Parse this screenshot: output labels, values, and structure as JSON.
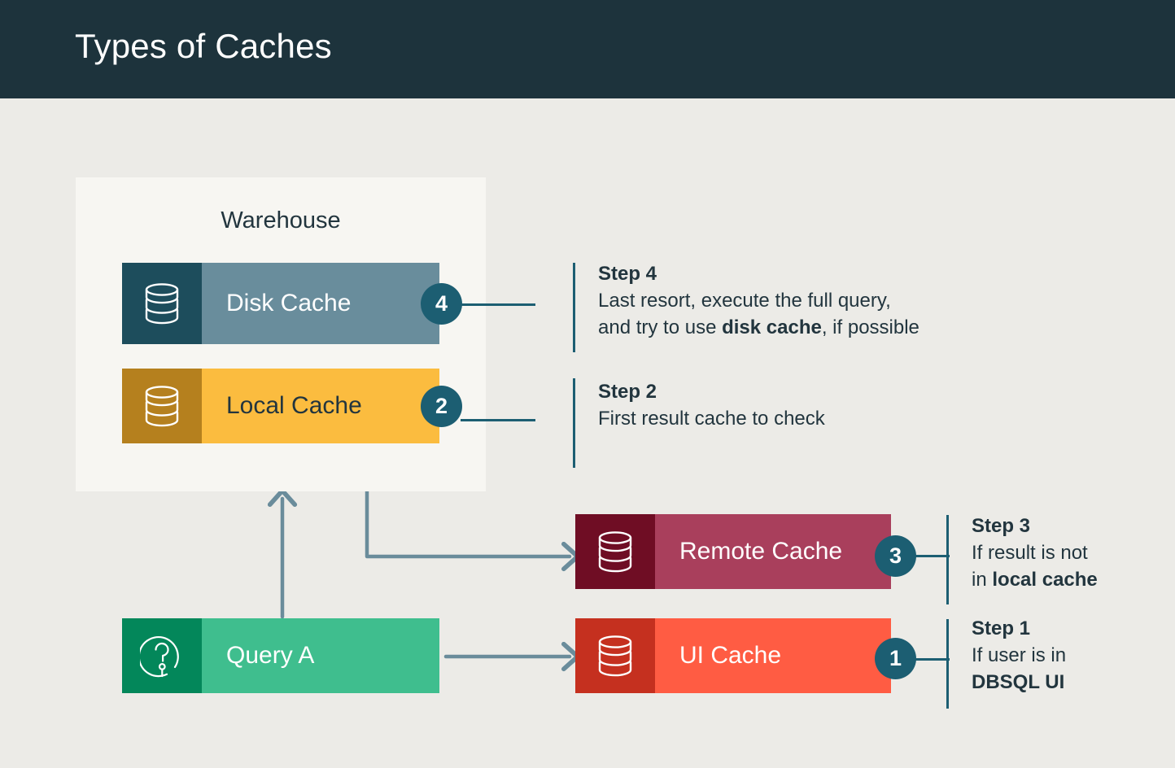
{
  "header": {
    "title": "Types of Caches",
    "bg": "#1D333C",
    "text_color": "#FFFFFF"
  },
  "page": {
    "background": "#ECEBE7",
    "accent": "#1C5E72",
    "arrow_color": "#6A8C9B"
  },
  "warehouse": {
    "label": "Warehouse",
    "background": "#F7F6F2"
  },
  "nodes": [
    {
      "id": "disk-cache",
      "label": "Disk Cache",
      "icon": "database-icon",
      "badge": "4",
      "body_color": "#698D9C",
      "icon_color": "#1D4D5C",
      "text_color": "#FFFFFF"
    },
    {
      "id": "local-cache",
      "label": "Local Cache",
      "icon": "database-icon",
      "badge": "2",
      "body_color": "#FBBC3F",
      "icon_color": "#B5801E",
      "text_color": "#22353E"
    },
    {
      "id": "remote-cache",
      "label": "Remote Cache",
      "icon": "database-icon",
      "badge": "3",
      "body_color": "#A93F5C",
      "icon_color": "#6F0D24",
      "text_color": "#FFFFFF"
    },
    {
      "id": "ui-cache",
      "label": "UI Cache",
      "icon": "database-icon",
      "badge": "1",
      "body_color": "#FF5C43",
      "icon_color": "#C5301F",
      "text_color": "#FFFFFF"
    },
    {
      "id": "query-a",
      "label": "Query A",
      "icon": "question-mark-circle-icon",
      "badge": "",
      "body_color": "#3FBE8E",
      "icon_color": "#03875A",
      "text_color": "#FFFFFF"
    }
  ],
  "steps": {
    "step4": {
      "title": "Step 4",
      "line1": "Last resort, execute the full query,",
      "line2_pre": "and try to use ",
      "line2_bold": "disk cache",
      "line2_post": ", if possible"
    },
    "step2": {
      "title": "Step 2",
      "line1": "First result cache to check"
    },
    "step3": {
      "title": "Step 3",
      "line1": "If result is not",
      "line2_pre": "in ",
      "line2_bold": "local cache",
      "line2_post": ""
    },
    "step1": {
      "title": "Step 1",
      "line1": "If user is in",
      "line2_bold": "DBSQL UI"
    }
  }
}
